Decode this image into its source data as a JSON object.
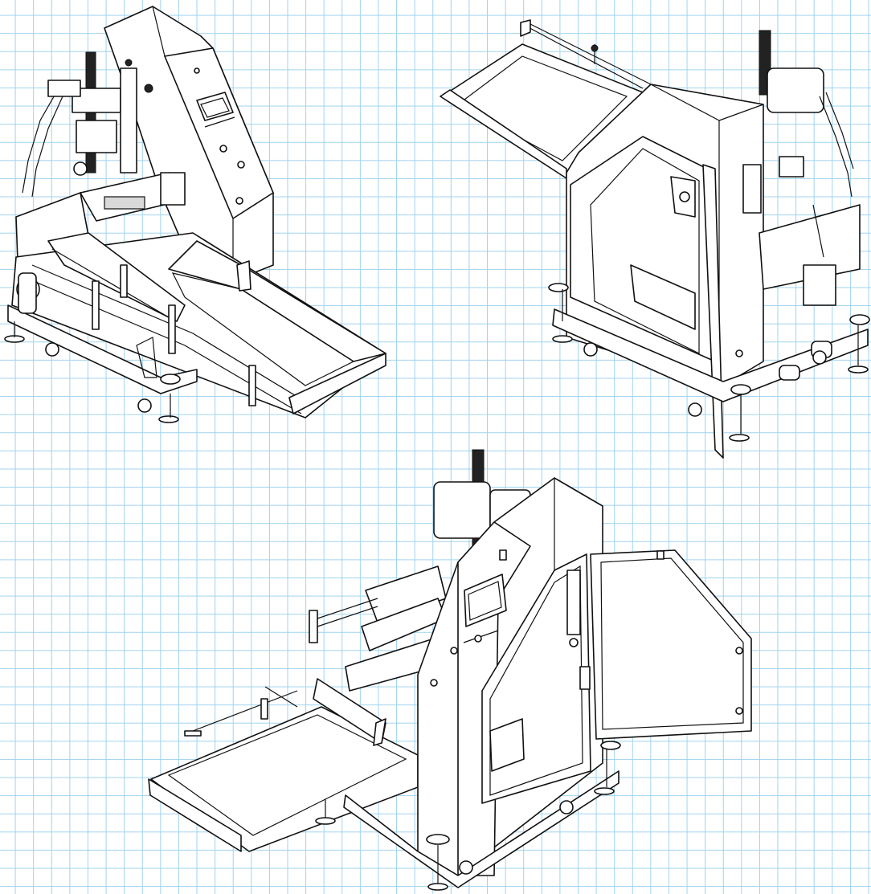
{
  "colors": {
    "grid_line": "#9fd3ee",
    "background": "#ffffff",
    "ink": "#111111"
  },
  "views": [
    {
      "id": "view-front-left",
      "icon": "machine-isometric-drawing"
    },
    {
      "id": "view-rear-door-open",
      "icon": "machine-isometric-drawing"
    },
    {
      "id": "view-front-right-door-open",
      "icon": "machine-isometric-drawing"
    }
  ]
}
